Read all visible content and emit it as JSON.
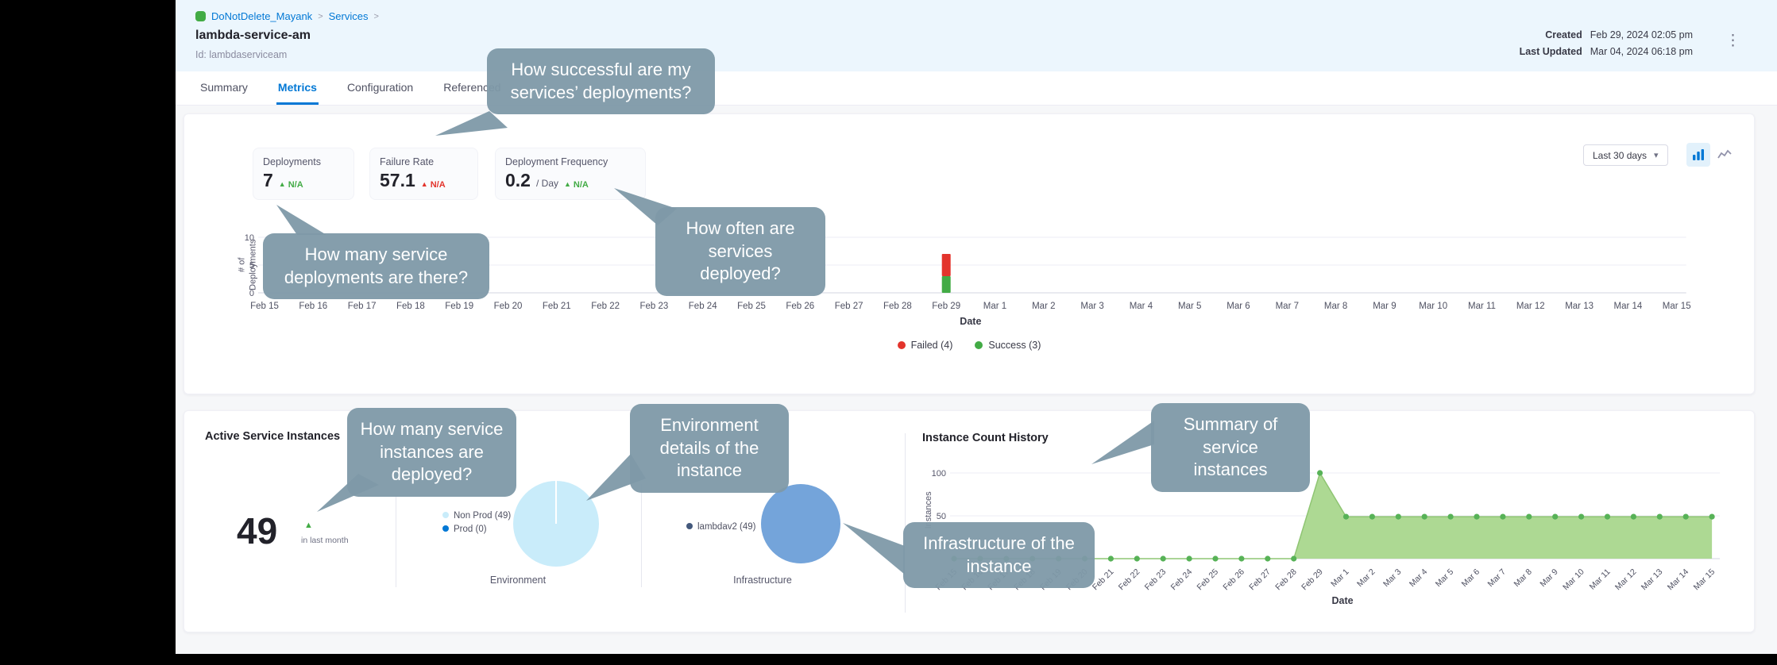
{
  "icons": {
    "up_arrow": "▲",
    "caret_down": "▾",
    "kebab": "⋮"
  },
  "colors": {
    "accent": "#0278d5",
    "success": "#42ab45",
    "danger": "#e3342c",
    "callout": "#7e99a8",
    "header_bg": "#ecf6fd"
  },
  "header": {
    "breadcrumb": {
      "project": "DoNotDelete_Mayank",
      "separator": ">",
      "section": "Services"
    },
    "title": "lambda-service-am",
    "id": "Id: lambdaserviceam",
    "created_label": "Created",
    "created_value": "Feb 29, 2024 02:05 pm",
    "updated_label": "Last Updated",
    "updated_value": "Mar 04, 2024 06:18 pm"
  },
  "tabs": [
    {
      "label": "Summary"
    },
    {
      "label": "Metrics"
    },
    {
      "label": "Configuration"
    },
    {
      "label": "Referenced"
    }
  ],
  "active_tab": "Metrics",
  "controls": {
    "range": "Last 30 days"
  },
  "metric_tiles": [
    {
      "label": "Deployments",
      "value": "7",
      "suffix": "",
      "trend": "N/A",
      "trend_color": "#42ab45"
    },
    {
      "label": "Failure Rate",
      "value": "57.1",
      "suffix": "",
      "trend": "N/A",
      "trend_color": "#e3342c"
    },
    {
      "label": "Deployment Frequency",
      "value": "0.2",
      "suffix": "/ Day",
      "trend": "N/A",
      "trend_color": "#42ab45"
    }
  ],
  "callouts": [
    "How successful are my services’ deployments?",
    "How many service deployments are there?",
    "How often are services deployed?",
    "How many service instances are deployed?",
    "Environment details of the instance",
    "Summary of service instances",
    "Infrastructure of the instance"
  ],
  "instances": {
    "title": "Active Service Instances",
    "count": "49",
    "caption": "in last month",
    "history_title": "Instance Count History"
  },
  "chart_data": [
    {
      "id": "deployments_by_date",
      "type": "bar",
      "stacked": true,
      "title": "",
      "xlabel": "Date",
      "ylabel": "# of Deployments",
      "ylim": [
        0,
        10
      ],
      "yticks": [
        0,
        5,
        10
      ],
      "categories": [
        "Feb 15",
        "Feb 16",
        "Feb 17",
        "Feb 18",
        "Feb 19",
        "Feb 20",
        "Feb 21",
        "Feb 22",
        "Feb 23",
        "Feb 24",
        "Feb 25",
        "Feb 26",
        "Feb 27",
        "Feb 28",
        "Feb 29",
        "Mar 1",
        "Mar 2",
        "Mar 3",
        "Mar 4",
        "Mar 5",
        "Mar 6",
        "Mar 7",
        "Mar 8",
        "Mar 9",
        "Mar 10",
        "Mar 11",
        "Mar 12",
        "Mar 13",
        "Mar 14",
        "Mar 15"
      ],
      "series": [
        {
          "name": "Failed (4)",
          "color": "#e3342c",
          "values": [
            0,
            0,
            0,
            0,
            0,
            0,
            0,
            0,
            0,
            0,
            0,
            0,
            0,
            0,
            4,
            0,
            0,
            0,
            0,
            0,
            0,
            0,
            0,
            0,
            0,
            0,
            0,
            0,
            0,
            0
          ]
        },
        {
          "name": "Success (3)",
          "color": "#42ab45",
          "values": [
            0,
            0,
            0,
            0,
            0,
            0,
            0,
            0,
            0,
            0,
            0,
            0,
            0,
            0,
            3,
            0,
            0,
            0,
            0,
            0,
            0,
            0,
            0,
            0,
            0,
            0,
            0,
            0,
            0,
            0
          ]
        }
      ],
      "legend_position": "bottom"
    },
    {
      "id": "environment_pie",
      "type": "pie",
      "title": "Environment",
      "slices": [
        {
          "label": "Non Prod (49)",
          "value": 49,
          "color": "#c9ecfa"
        },
        {
          "label": "Prod (0)",
          "value": 0,
          "color": "#0278d5"
        }
      ]
    },
    {
      "id": "infrastructure_pie",
      "type": "pie",
      "title": "Infrastructure",
      "slices": [
        {
          "label": "lambdav2 (49)",
          "value": 49,
          "color": "#74a4da"
        }
      ],
      "legend_dot_color": "#44597c"
    },
    {
      "id": "instance_count_history",
      "type": "area",
      "title": "Instance Count History",
      "xlabel": "Date",
      "ylabel": "Instances",
      "ylim": [
        0,
        110
      ],
      "yticks": [
        50,
        100
      ],
      "x": [
        "Feb 15",
        "Feb 16",
        "Feb 17",
        "Feb 18",
        "Feb 19",
        "Feb 20",
        "Feb 21",
        "Feb 22",
        "Feb 23",
        "Feb 24",
        "Feb 25",
        "Feb 26",
        "Feb 27",
        "Feb 28",
        "Feb 29",
        "Mar 1",
        "Mar 2",
        "Mar 3",
        "Mar 4",
        "Mar 5",
        "Mar 6",
        "Mar 7",
        "Mar 8",
        "Mar 9",
        "Mar 10",
        "Mar 11",
        "Mar 12",
        "Mar 13",
        "Mar 14",
        "Mar 15"
      ],
      "values": [
        0,
        0,
        0,
        0,
        0,
        0,
        0,
        0,
        0,
        0,
        0,
        0,
        0,
        0,
        100,
        49,
        49,
        49,
        49,
        49,
        49,
        49,
        49,
        49,
        49,
        49,
        49,
        49,
        49,
        49
      ],
      "color": "#a9d78d",
      "line_color": "#8fc573",
      "dot_color": "#57b257"
    }
  ]
}
